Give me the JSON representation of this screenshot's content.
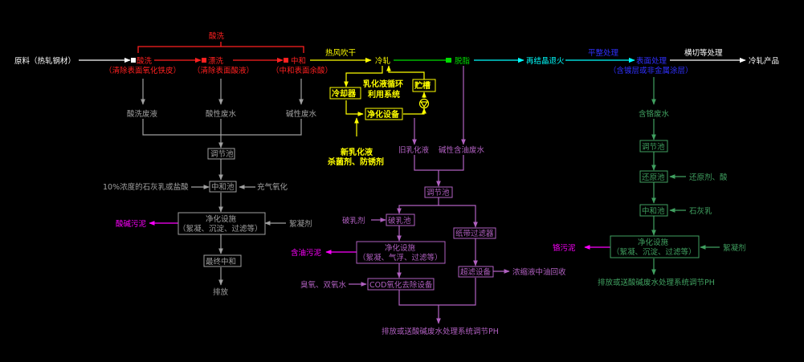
{
  "colors": {
    "white": "#ffffff",
    "red": "#ff2020",
    "yellow": "#ffff00",
    "green": "#00dd00",
    "cyan": "#00ffff",
    "blue": "#3030ff",
    "gray": "#a0a0a0",
    "purple": "#b060c0",
    "magenta": "#ff00ff",
    "mgreen": "#40a060"
  },
  "main_line": {
    "raw_material": "原料（热轧钢材）",
    "bracket_label": "酸洗",
    "pickle": "酸洗",
    "pickle_note": "（清除表面氧化铁皮）",
    "rinse": "漂洗",
    "rinse_note": "（清除表面酸液）",
    "neutralize": "中和",
    "neutralize_note": "（中和表面余酸）",
    "hot_air": "热风吹干",
    "cold_roll": "冷轧",
    "degrease": "脱脂",
    "recrystallize": "再结晶退火",
    "flatten": "平整处理",
    "surface_treat": "表面处理",
    "surface_note": "（含镀层或非金属涂层）",
    "cutting": "横切等处理",
    "product": "冷轧产品"
  },
  "acid_branch": {
    "waste_pickle": "酸洗废液",
    "acid_water": "酸性废水",
    "alkali_water": "碱性废水",
    "adjust_tank": "调节池",
    "lime_label": "10%浓度的石灰乳或盐酸",
    "neutral_tank": "中和池",
    "aeration": "充气氧化",
    "purify_1": "净化设施",
    "purify_2": "（絮凝、沉淀、过滤等）",
    "sludge": "酸碱污泥",
    "coagulant": "絮凝剂",
    "final_neutral": "最终中和",
    "discharge": "排放"
  },
  "emulsion_system": {
    "cooler": "冷却器",
    "storage": "贮槽",
    "loop_1": "乳化液循环",
    "loop_2": "利用系统",
    "purify": "净化设备",
    "new_1": "新乳化液",
    "new_2": "杀菌剂、防锈剂",
    "old_emulsion": "旧乳化液",
    "oily_alkali": "碱性含油废水",
    "adjust_tank": "调节池",
    "demulsifier": "破乳剂",
    "demulsify_tank": "破乳池",
    "paper_filter": "纸带过滤器",
    "purify_1": "净化设施",
    "purify_2": "（絮凝、气浮、过滤等）",
    "oily_sludge": "含油污泥",
    "ultrafilter": "超滤设备",
    "oil_recovery": "浓缩液中油回收",
    "ozone": "臭氧、双氧水",
    "cod": "COD氧化去除设备",
    "outlet": "排放或送酸碱废水处理系统调节PH"
  },
  "chrome_branch": {
    "chrome_water": "含铬废水",
    "adjust_tank": "调节池",
    "reduce_tank": "还原池",
    "reductant": "还原剂、酸",
    "neutral_tank": "中和池",
    "lime": "石灰乳",
    "purify_1": "净化设施",
    "purify_2": "（絮凝、沉淀、过滤等）",
    "chrome_sludge": "铬污泥",
    "coagulant": "絮凝剂",
    "outlet": "排放或送酸碱废水处理系统调节PH"
  }
}
